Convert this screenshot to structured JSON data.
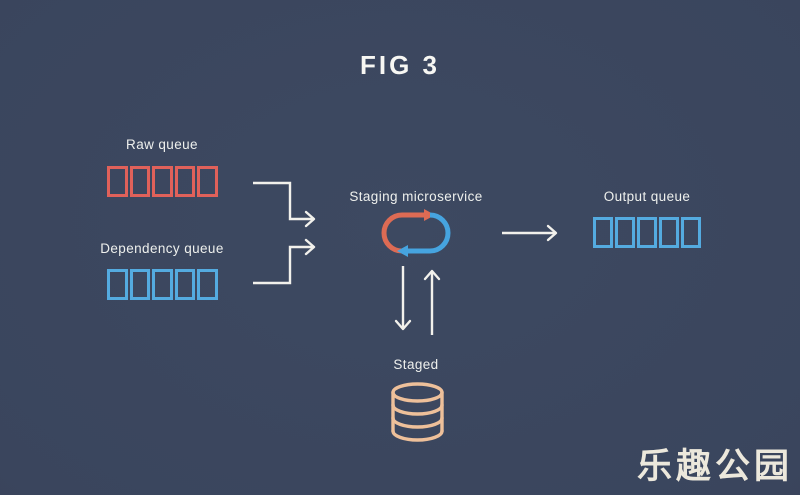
{
  "title": "FIG 3",
  "colors": {
    "background": "#3a455d",
    "red": "#e0615a",
    "blue": "#54abe0",
    "orange": "#eec09a",
    "arrow": "#f2f1ec",
    "text": "#eef0ed",
    "cycle_red": "#dd6b54",
    "cycle_blue": "#46a4e0",
    "watermark": "#ece8dc"
  },
  "nodes": {
    "raw_queue": {
      "label": "Raw queue",
      "cells": 5,
      "color_key": "red"
    },
    "dependency_queue": {
      "label": "Dependency queue",
      "cells": 5,
      "color_key": "blue"
    },
    "staging": {
      "label": "Staging microservice",
      "icon": "cycle-refresh-icon"
    },
    "output_queue": {
      "label": "Output queue",
      "cells": 5,
      "color_key": "blue"
    },
    "staged": {
      "label": "Staged",
      "icon": "database-icon"
    }
  },
  "edges": [
    {
      "from": "raw_queue",
      "to": "staging",
      "style": "elbow-right-down"
    },
    {
      "from": "dependency_queue",
      "to": "staging",
      "style": "elbow-right-up"
    },
    {
      "from": "staging",
      "to": "output_queue",
      "style": "straight-right"
    },
    {
      "from": "staging",
      "to": "staged",
      "style": "vertical-down"
    },
    {
      "from": "staged",
      "to": "staging",
      "style": "vertical-up"
    }
  ],
  "watermark": {
    "text": "乐趣公园"
  }
}
